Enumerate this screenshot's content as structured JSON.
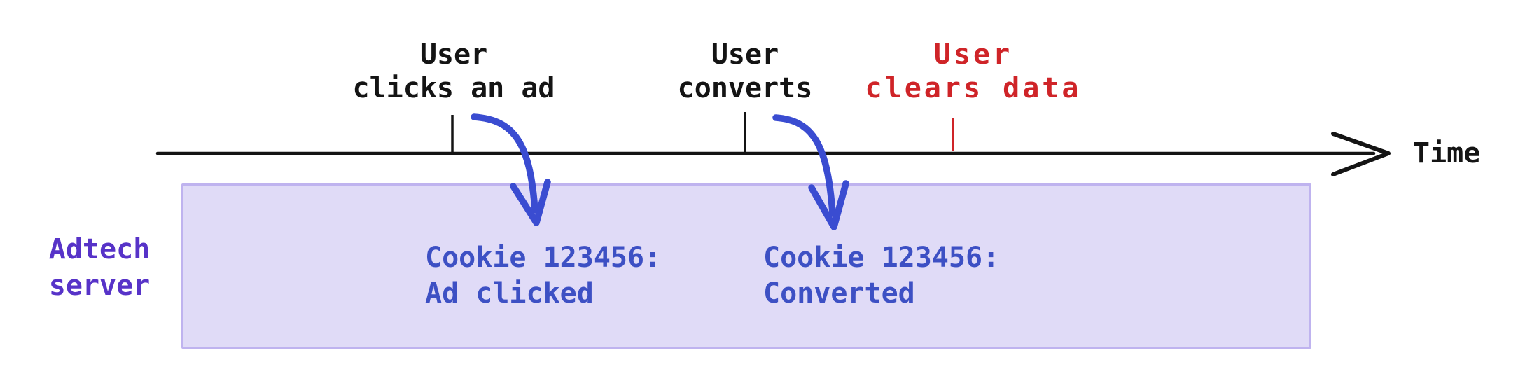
{
  "palette": {
    "text_black": "#141414",
    "alert_red": "#cf2428",
    "cookie_blue": "#3d50c4",
    "arrow_blue": "#3a4cd1",
    "server_purple": "#5733c8",
    "box_fill": "#e0dbf7",
    "box_border": "#bfb3ef"
  },
  "timeline": {
    "axis_label": "Time",
    "events": [
      {
        "label": "User\nclicks an ad"
      },
      {
        "label": "User\nconverts"
      },
      {
        "label": "User\nclears data"
      }
    ]
  },
  "adtech_server": {
    "label": "Adtech\nserver",
    "records": [
      {
        "text": "Cookie 123456:\nAd clicked"
      },
      {
        "text": "Cookie 123456:\nConverted"
      }
    ]
  }
}
